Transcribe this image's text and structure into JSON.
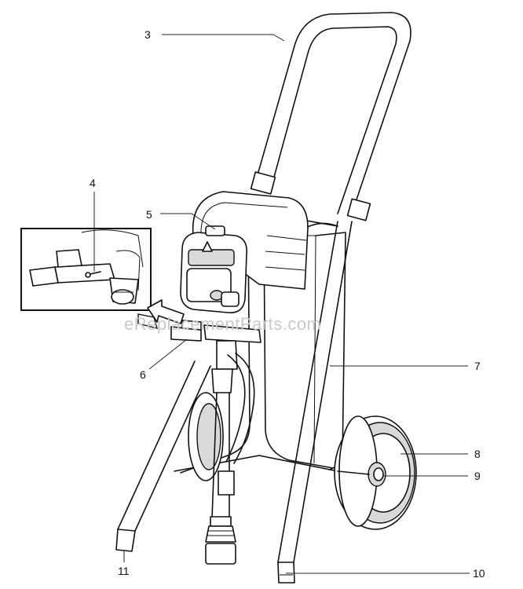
{
  "watermark": "eReplacementParts.com",
  "callouts": [
    {
      "id": "3",
      "label": "3"
    },
    {
      "id": "4",
      "label": "4"
    },
    {
      "id": "5",
      "label": "5"
    },
    {
      "id": "6",
      "label": "6"
    },
    {
      "id": "7",
      "label": "7"
    },
    {
      "id": "8",
      "label": "8"
    },
    {
      "id": "9",
      "label": "9"
    },
    {
      "id": "10",
      "label": "10"
    },
    {
      "id": "11",
      "label": "11"
    }
  ]
}
